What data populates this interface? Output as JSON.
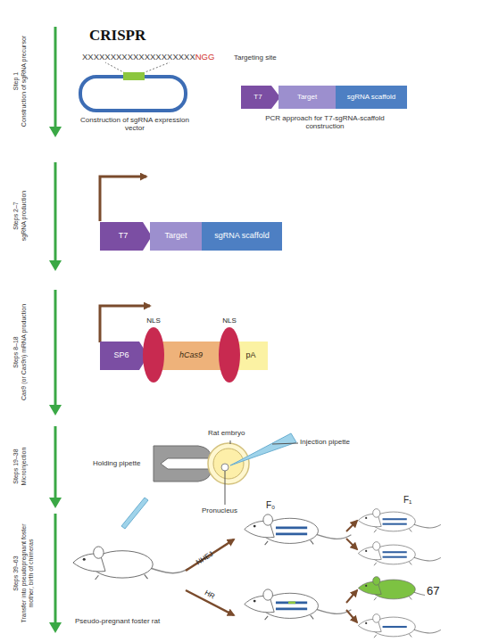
{
  "diagram": {
    "title": "CRISPR",
    "nodes": [
      {
        "text": [
          "T7"
        ]
      },
      {
        "text": [
          "Target"
        ]
      },
      {
        "text": [
          "sgRNA scaffold"
        ]
      },
      {
        "text": [
          "T7"
        ]
      },
      {
        "text": [
          "Target"
        ]
      },
      {
        "text": [
          "sgRNA scaffold"
        ]
      },
      {
        "text": [
          "SP6"
        ]
      },
      {
        "text": [
          "NLS"
        ]
      },
      {
        "text": [
          "hCas9"
        ]
      },
      {
        "text": [
          "NLS"
        ]
      },
      {
        "text": [
          "pA"
        ]
      }
    ],
    "labels": [
      "Step 1",
      "Construction of sgRNA precursor",
      "Steps 2–7",
      "sgRNA production",
      "Steps 8–18",
      "Cas9 (or Cas9n) mRNA production",
      "Steps 19–38",
      "Microinjection",
      "Steps 39–63",
      "Transfer into pseudopregnant foster mother, birth of chimeras",
      "XXXXXXXXXXXXXXXXXXXX",
      "NGG",
      "Targeting site",
      "Construction of sgRNA expression vector",
      "PCR approach for T7-sgRNA-scaffold construction",
      "Rat embryo",
      "Injection pipette",
      "Holding pipette",
      "Pronucleus",
      "F₀",
      "F₁",
      "NHEJ",
      "HR",
      "Pseudo-pregnant foster rat",
      "67"
    ]
  }
}
